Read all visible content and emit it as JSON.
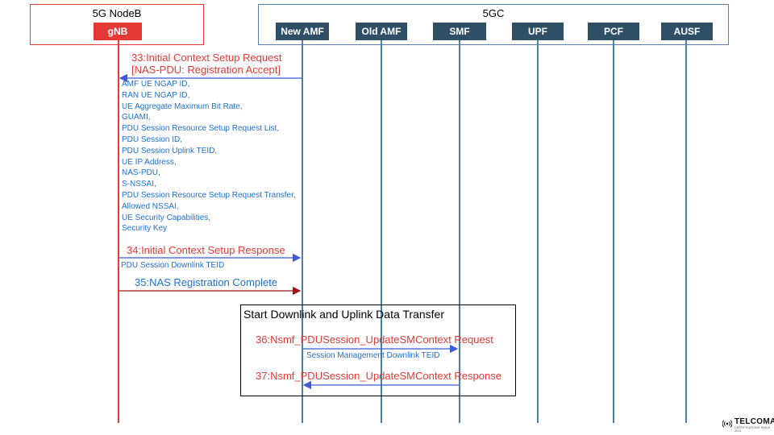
{
  "groups": {
    "ran": {
      "title": "5G NodeB",
      "border": "#e53935"
    },
    "core": {
      "title": "5GC",
      "border": "#5b7fa6"
    }
  },
  "nodes": [
    {
      "id": "gnb",
      "label": "gNB",
      "color": "#e53935"
    },
    {
      "id": "new_amf",
      "label": "New AMF",
      "color": "#2f4f67"
    },
    {
      "id": "old_amf",
      "label": "Old AMF",
      "color": "#2f4f67"
    },
    {
      "id": "smf",
      "label": "SMF",
      "color": "#2f4f67"
    },
    {
      "id": "upf",
      "label": "UPF",
      "color": "#2f4f67"
    },
    {
      "id": "pcf",
      "label": "PCF",
      "color": "#2f4f67"
    },
    {
      "id": "ausf",
      "label": "AUSF",
      "color": "#2f4f67"
    }
  ],
  "messages": {
    "m33": {
      "line1": "33:Initial Context Setup Request",
      "line2": "[NAS-PDU: Registration Accept]",
      "from": "new_amf",
      "to": "gnb"
    },
    "m33_params": [
      "AMF UE NGAP ID,",
      "RAN UE NGAP ID,",
      "UE Aggregate Maximum Bit Rate,",
      "GUAMI,",
      "PDU Session Resource Setup Request List,",
      "PDU Session ID,",
      "PDU Session Uplink TEID,",
      "UE IP Address,",
      "NAS-PDU,",
      "S-NSSAI,",
      "PDU Session Resource Setup Request Transfer,",
      "Allowed NSSAI,",
      "UE Security Capabilities,",
      "Security Key"
    ],
    "m34": {
      "label": "34:Initial Context Setup Response",
      "param": "PDU Session Downlink TEID",
      "from": "gnb",
      "to": "new_amf"
    },
    "m35": {
      "label": "35:NAS Registration Complete",
      "from": "gnb",
      "to": "new_amf"
    },
    "data_transfer": {
      "title": "Start Downlink and Uplink Data Transfer"
    },
    "m36": {
      "label": "36:Nsmf_PDUSession_UpdateSMContext Request",
      "param": "Session Management Downlink TEID",
      "from": "new_amf",
      "to": "smf"
    },
    "m37": {
      "label": "37:Nsmf_PDUSession_UpdateSMContext Response",
      "from": "smf",
      "to": "new_amf"
    }
  },
  "colors": {
    "message_red": "#e53935",
    "message_blue": "#1f6fd6",
    "lifeline_blue": "#4a7fa8",
    "lifeline_red": "#e53935",
    "arrow_blue": "#3b5bdb",
    "arrow_dark_red": "#a31515"
  },
  "logo": {
    "name": "TELCOMA",
    "tagline": "CERTIFICATIONS SINCE 2011",
    "icon": "signal-waves-icon"
  }
}
